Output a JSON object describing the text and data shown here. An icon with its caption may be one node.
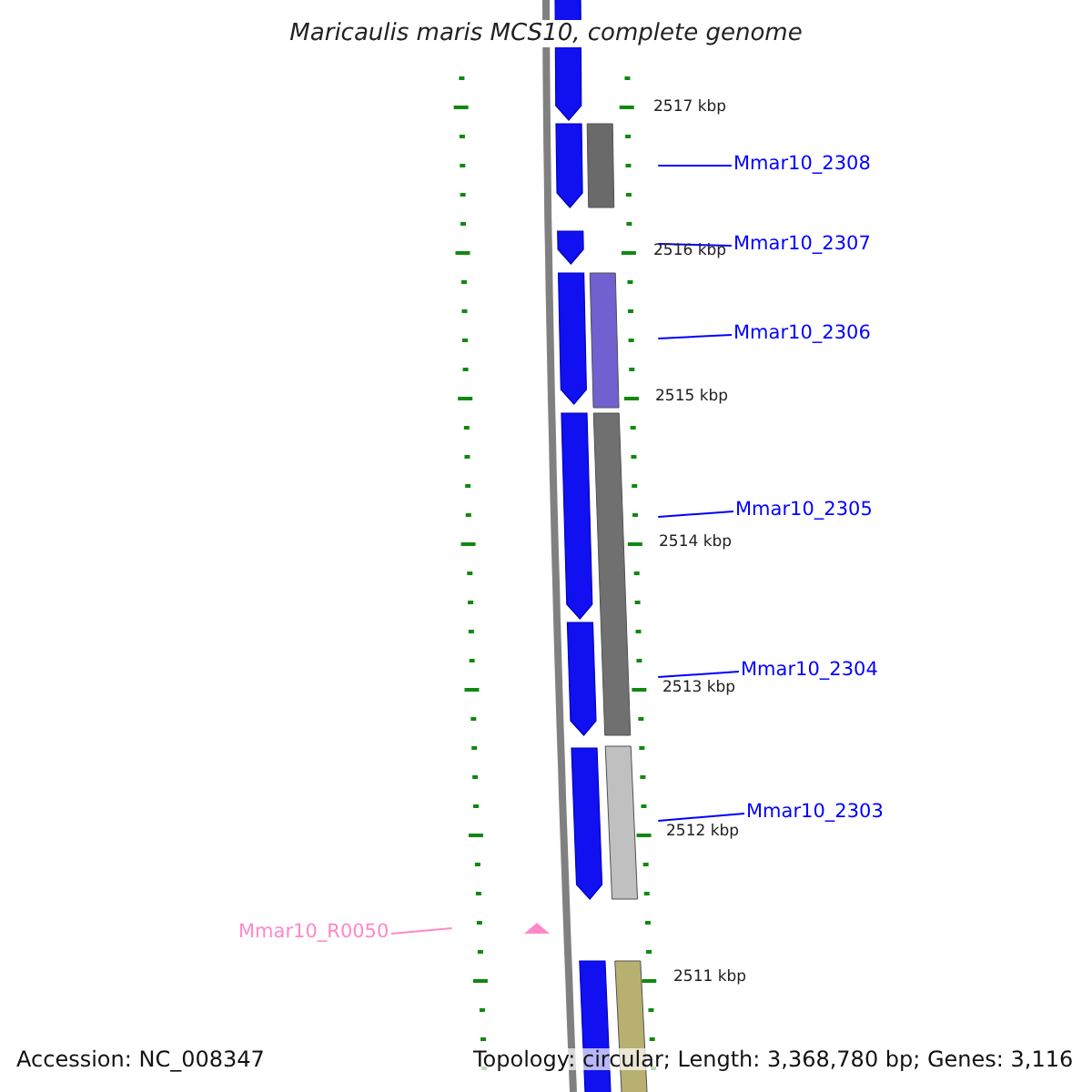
{
  "diagram": {
    "title": "Maricaulis maris MCS10, complete genome",
    "nodes": [
      {
        "text": [
          "Mmar10_2308"
        ]
      },
      {
        "text": [
          "Mmar10_2307"
        ]
      },
      {
        "text": [
          "Mmar10_2306"
        ]
      },
      {
        "text": [
          "Mmar10_2305"
        ]
      },
      {
        "text": [
          "Mmar10_2304"
        ]
      },
      {
        "text": [
          "Mmar10_2303"
        ]
      },
      {
        "text": [
          "Mmar10_R0050"
        ]
      },
      {
        "text": [],
        "shape": "picture"
      }
    ],
    "edges": [
      {
        "from": 0,
        "to": 7,
        "arrow": "none"
      },
      {
        "from": 1,
        "to": 7,
        "arrow": "none"
      },
      {
        "from": 2,
        "to": 7,
        "arrow": "none"
      },
      {
        "from": 3,
        "to": 7,
        "arrow": "none"
      },
      {
        "from": 4,
        "to": 7,
        "arrow": "none"
      },
      {
        "from": 5,
        "to": 7,
        "arrow": "none"
      },
      {
        "from": 6,
        "to": 7,
        "arrow": "none",
        "color": "#ff88c8"
      }
    ],
    "labels": [
      "2517 kbp",
      "2516 kbp",
      "2515 kbp",
      "2514 kbp",
      "2513 kbp",
      "2512 kbp",
      "2511 kbp",
      "Accession: NC_008347",
      "Topology: circular; Length: 3,368,780 bp; Genes: 3,116"
    ]
  }
}
